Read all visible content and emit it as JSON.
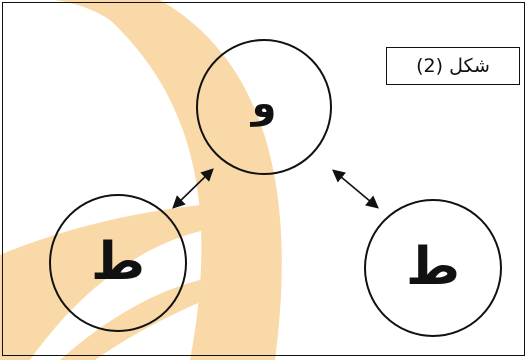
{
  "figure": {
    "caption": "شكل (2)",
    "colors": {
      "watermark": "#f9d9a8",
      "stroke": "#111111",
      "background": "#ffffff"
    },
    "nodes": [
      {
        "id": "center",
        "label": "و"
      },
      {
        "id": "left",
        "label": "ط"
      },
      {
        "id": "right",
        "label": "ط"
      }
    ],
    "arrows": [
      {
        "from": "center",
        "to": "left",
        "style": "double-headed"
      },
      {
        "from": "center",
        "to": "right",
        "style": "double-headed"
      }
    ]
  }
}
